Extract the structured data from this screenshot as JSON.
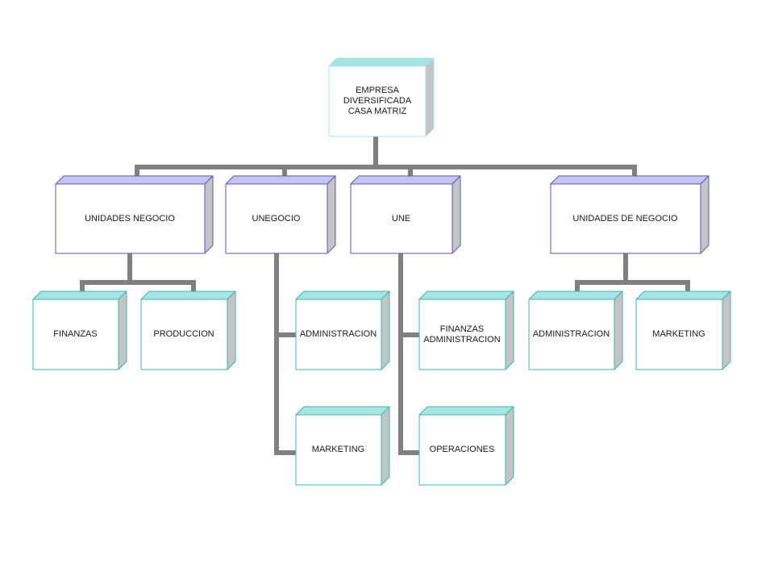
{
  "diagram": {
    "root": {
      "id": "root",
      "label": "EMPRESA\nDIVERSIFICADA\nCASA MATRIZ"
    },
    "units": [
      {
        "id": "u1",
        "label": "UNIDADES NEGOCIO"
      },
      {
        "id": "u2",
        "label": "UNEGOCIO"
      },
      {
        "id": "u3",
        "label": "UNE"
      },
      {
        "id": "u4",
        "label": "UNIDADES DE NEGOCIO"
      }
    ],
    "departments": [
      {
        "id": "d1",
        "parent": "u1",
        "label": "FINANZAS"
      },
      {
        "id": "d2",
        "parent": "u1",
        "label": "PRODUCCION"
      },
      {
        "id": "d3",
        "parent": "u2",
        "label": "ADMINISTRACION"
      },
      {
        "id": "d4",
        "parent": "u2",
        "label": "MARKETING"
      },
      {
        "id": "d5",
        "parent": "u3",
        "label": "FINANZAS\nADMINISTRACION"
      },
      {
        "id": "d6",
        "parent": "u3",
        "label": "OPERACIONES"
      },
      {
        "id": "d7",
        "parent": "u4",
        "label": "ADMINISTRACION"
      },
      {
        "id": "d8",
        "parent": "u4",
        "label": "MARKETING"
      }
    ],
    "colors": {
      "connector": "#808080",
      "root_border": "#a6e4e4",
      "root_fill": "#ffffff",
      "unit_border": "#5a5ab8",
      "unit_top": "#c4c4f0",
      "dept_border": "#3cb4b4",
      "dept_top": "#a8e4e4",
      "side_shade": "#c4c4c4",
      "face_fill": "#ffffff"
    }
  }
}
